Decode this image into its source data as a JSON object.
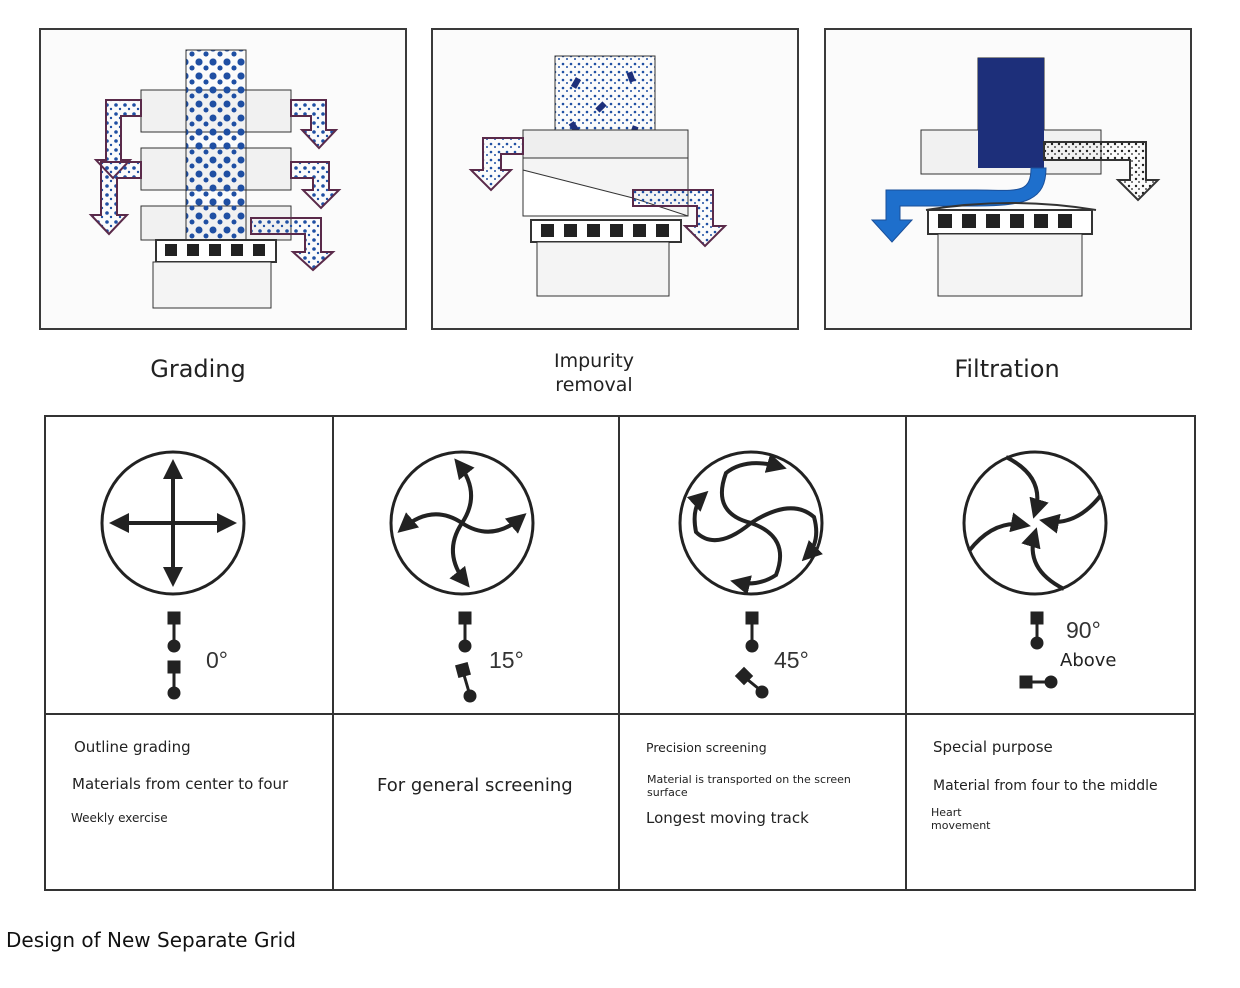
{
  "modes": [
    {
      "label": "Grading"
    },
    {
      "label": "Impurity removal"
    },
    {
      "label": "Filtration"
    }
  ],
  "motion_cells": [
    {
      "angle": "0°",
      "angle_extra": "",
      "line1": "Outline grading",
      "line2": "Materials from center to four",
      "line3": "Weekly exercise"
    },
    {
      "angle": "15°",
      "angle_extra": "",
      "line1": "For general screening",
      "line2": "",
      "line3": ""
    },
    {
      "angle": "45°",
      "angle_extra": "",
      "line1": "Precision screening",
      "line2": "Material is transported on the screen surface",
      "line3": "Longest moving track"
    },
    {
      "angle": "90°",
      "angle_extra": "Above",
      "line1": "Special purpose",
      "line2": "Material from four to the middle",
      "line3": "Heart movement"
    }
  ],
  "caption": "Design of New Separate Grid",
  "colors": {
    "line": "#333333",
    "particle": "#1f4fa3",
    "flow": "#1e6fcc",
    "dark_block": "#1d2f7a"
  },
  "icons": [
    "grading-sieve-diagram",
    "impurity-removal-sieve-diagram",
    "filtration-sieve-diagram",
    "motion-arrows-icon",
    "weight-position-icon"
  ]
}
